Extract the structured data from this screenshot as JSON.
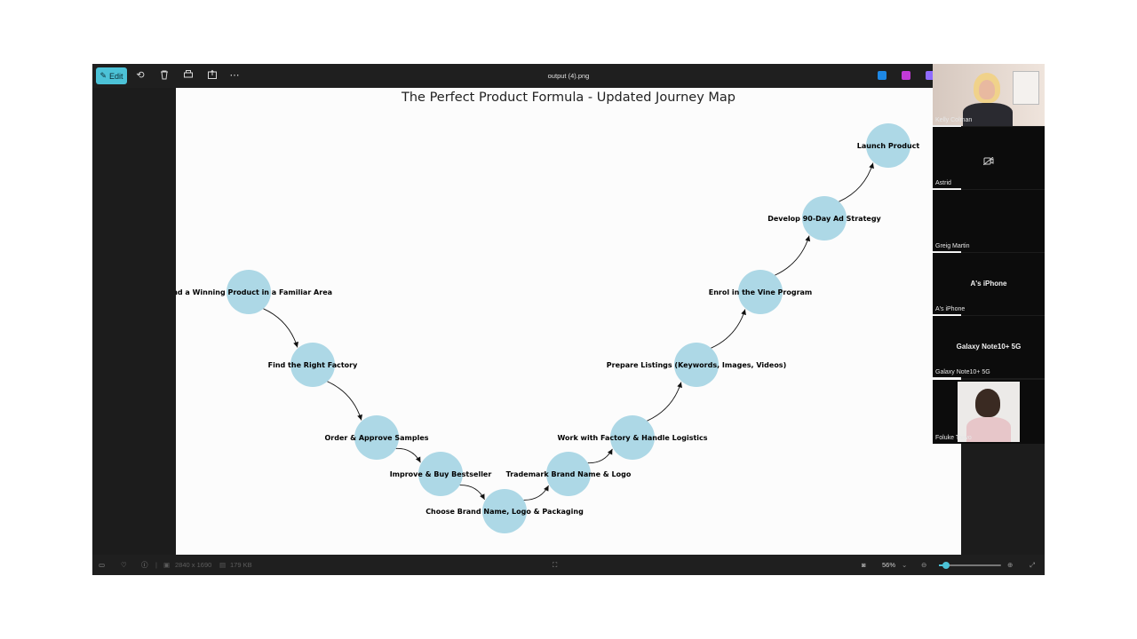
{
  "viewer": {
    "edit_label": "Edit",
    "file_title": "output (4).png",
    "toolbar_icons": [
      "rotate-icon",
      "delete-icon",
      "print-icon",
      "share-icon",
      "more-icon"
    ],
    "image_dimensions": "2840 x 1690",
    "file_size": "179 KB",
    "zoom_level": "56%",
    "zoom_fraction": 0.12
  },
  "diagram": {
    "title": "The Perfect Product Formula - Updated Journey Map",
    "node_color": "#add8e6",
    "nodes": [
      {
        "label": "Find a Winning Product in a Familiar Area"
      },
      {
        "label": "Find the Right Factory"
      },
      {
        "label": "Order & Approve Samples"
      },
      {
        "label": "Improve & Buy Bestseller"
      },
      {
        "label": "Choose Brand Name, Logo & Packaging"
      },
      {
        "label": "Trademark Brand Name & Logo"
      },
      {
        "label": "Work with Factory & Handle Logistics"
      },
      {
        "label": "Prepare Listings (Keywords, Images, Videos)"
      },
      {
        "label": "Enrol in the Vine Program"
      },
      {
        "label": "Develop 90-Day Ad Strategy"
      },
      {
        "label": "Launch Product"
      }
    ]
  },
  "participants": [
    {
      "name": "Kelly Colman",
      "kind": "video"
    },
    {
      "name": "Astrid",
      "kind": "camera-off"
    },
    {
      "name": "Greig Martin",
      "kind": "blank"
    },
    {
      "name": "A's iPhone",
      "center": "A's iPhone",
      "kind": "text"
    },
    {
      "name": "Galaxy Note10+ 5G",
      "center": "Galaxy Note10+ 5G",
      "kind": "text"
    },
    {
      "name": "Foluke Taiwo",
      "kind": "video"
    }
  ]
}
